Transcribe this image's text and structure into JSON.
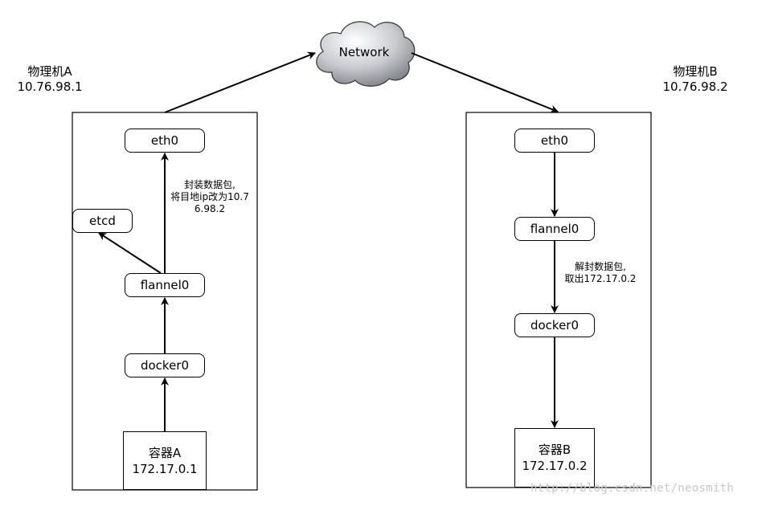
{
  "host_a": {
    "name": "物理机A",
    "ip": "10.76.98.1",
    "nodes": {
      "eth0": "eth0",
      "etcd": "etcd",
      "flannel0": "flannel0",
      "docker0": "docker0"
    },
    "container": {
      "name": "容器A",
      "ip": "172.17.0.1"
    },
    "annotation": {
      "line1": "封装数据包,",
      "line2": "将目地ip改为10.7",
      "line3": "6.98.2"
    }
  },
  "host_b": {
    "name": "物理机B",
    "ip": "10.76.98.2",
    "nodes": {
      "eth0": "eth0",
      "flannel0": "flannel0",
      "docker0": "docker0"
    },
    "container": {
      "name": "容器B",
      "ip": "172.17.0.2"
    },
    "annotation": {
      "line1": "解封数据包,",
      "line2": "取出172.17.0.2"
    }
  },
  "network": {
    "label": "Network"
  },
  "watermark": "http://blog.csdn.net/neosmith",
  "colors": {
    "stroke": "#000000",
    "cloud_light": "#ffffff",
    "cloud_dark": "#8a8d94",
    "watermark": "#c8c8c8"
  }
}
